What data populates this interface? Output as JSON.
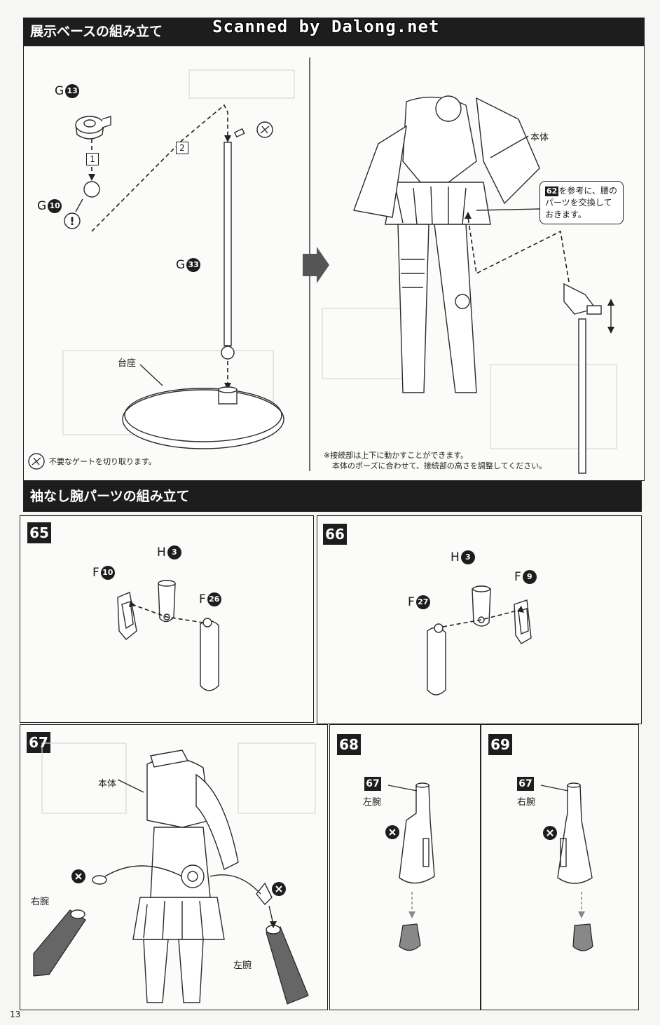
{
  "watermark": "Scanned by Dalong.net",
  "page_number": "13",
  "section1": {
    "title": "展示ベースの組み立て",
    "parts": [
      {
        "letter": "G",
        "num": "13"
      },
      {
        "letter": "G",
        "num": "10"
      },
      {
        "letter": "G",
        "num": "33"
      }
    ],
    "step_labels": [
      "1",
      "2"
    ],
    "base_label": "台座",
    "body_label": "本体",
    "callout_ref": "62",
    "callout_text": "を参考に、腰のパーツを交換しておきます。",
    "gate_note": "不要なゲートを切り取ります。",
    "note_line1": "※接続部は上下に動かすことができます。",
    "note_line2": "本体のポーズに合わせて、接続部の高さを調整してください。"
  },
  "section2": {
    "title": "袖なし腕パーツの組み立て",
    "steps": [
      {
        "no": "65",
        "parts": [
          {
            "letter": "H",
            "num": "3"
          },
          {
            "letter": "F",
            "num": "10"
          },
          {
            "letter": "F",
            "num": "26"
          }
        ]
      },
      {
        "no": "66",
        "parts": [
          {
            "letter": "H",
            "num": "3"
          },
          {
            "letter": "F",
            "num": "9"
          },
          {
            "letter": "F",
            "num": "27"
          }
        ]
      },
      {
        "no": "67",
        "body_label": "本体",
        "right_arm": "右腕",
        "left_arm": "左腕"
      },
      {
        "no": "68",
        "ref": "67",
        "arm": "左腕"
      },
      {
        "no": "69",
        "ref": "67",
        "arm": "右腕"
      }
    ]
  }
}
